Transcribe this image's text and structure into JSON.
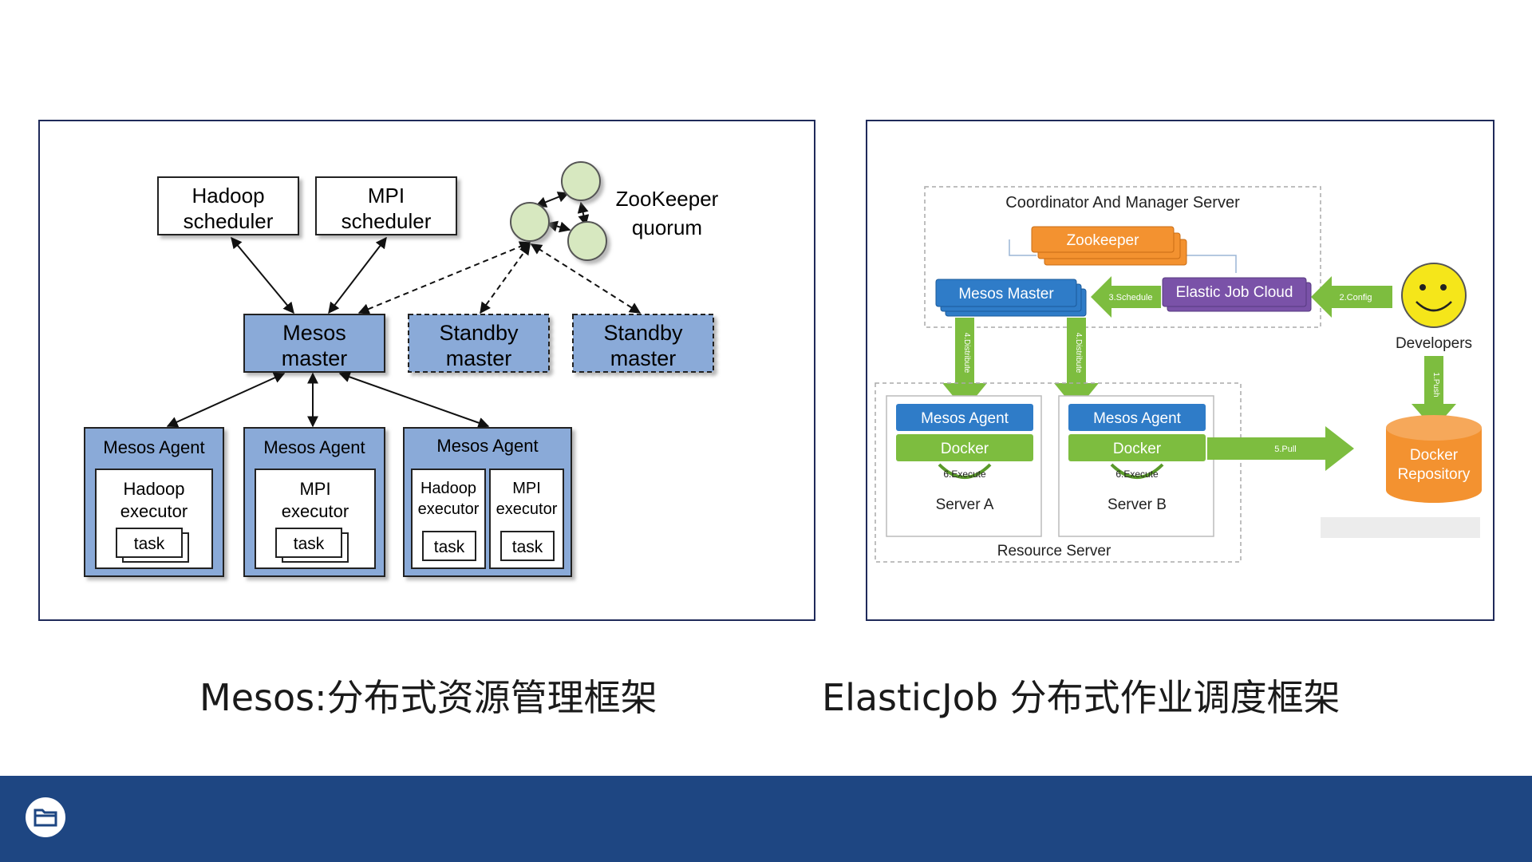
{
  "left_diagram": {
    "schedulers": [
      {
        "line1": "Hadoop",
        "line2": "scheduler"
      },
      {
        "line1": "MPI",
        "line2": "scheduler"
      }
    ],
    "zookeeper": {
      "line1": "ZooKeeper",
      "line2": "quorum"
    },
    "mesos_master": {
      "line1": "Mesos",
      "line2": "master"
    },
    "standby_masters": [
      {
        "line1": "Standby",
        "line2": "master"
      },
      {
        "line1": "Standby",
        "line2": "master"
      }
    ],
    "agents": [
      {
        "title": "Mesos Agent",
        "executors": [
          {
            "line1": "Hadoop",
            "line2": "executor",
            "task": "task"
          }
        ]
      },
      {
        "title": "Mesos Agent",
        "executors": [
          {
            "line1": "MPI",
            "line2": "executor",
            "task": "task"
          }
        ]
      },
      {
        "title": "Mesos Agent",
        "executors": [
          {
            "line1": "Hadoop",
            "line2": "executor",
            "task": "task"
          },
          {
            "line1": "MPI",
            "line2": "executor",
            "task": "task"
          }
        ]
      }
    ]
  },
  "right_diagram": {
    "coordinator_title": "Coordinator And Manager Server",
    "zookeeper": "Zookeeper",
    "mesos_master": "Mesos Master",
    "elastic_job_cloud": "Elastic Job Cloud",
    "developers": "Developers",
    "arrows": {
      "schedule": "3.Schedule",
      "config": "2.Config",
      "distribute_a": "4.Distribute",
      "distribute_b": "4.Distribute",
      "push": "1.Push",
      "pull": "5.Pull"
    },
    "servers": [
      {
        "agent": "Mesos Agent",
        "docker": "Docker",
        "execute": "6.Execute",
        "name": "Server A"
      },
      {
        "agent": "Mesos Agent",
        "docker": "Docker",
        "execute": "6.Execute",
        "name": "Server B"
      }
    ],
    "resource_server": "Resource Server",
    "docker_repo": {
      "line1": "Docker",
      "line2": "Repository"
    }
  },
  "captions": {
    "left": "Mesos:分布式资源管理框架",
    "right": "ElasticJob 分布式作业调度框架"
  },
  "colors": {
    "footer": "#1e4682",
    "mesos_box": "#8aaad8",
    "zk_node": "#d7e8c0",
    "orange": "#f39230",
    "blue_btn": "#2f7cc8",
    "purple": "#7a52a8",
    "green": "#7dbd3f",
    "smiley": "#f5e61a"
  }
}
